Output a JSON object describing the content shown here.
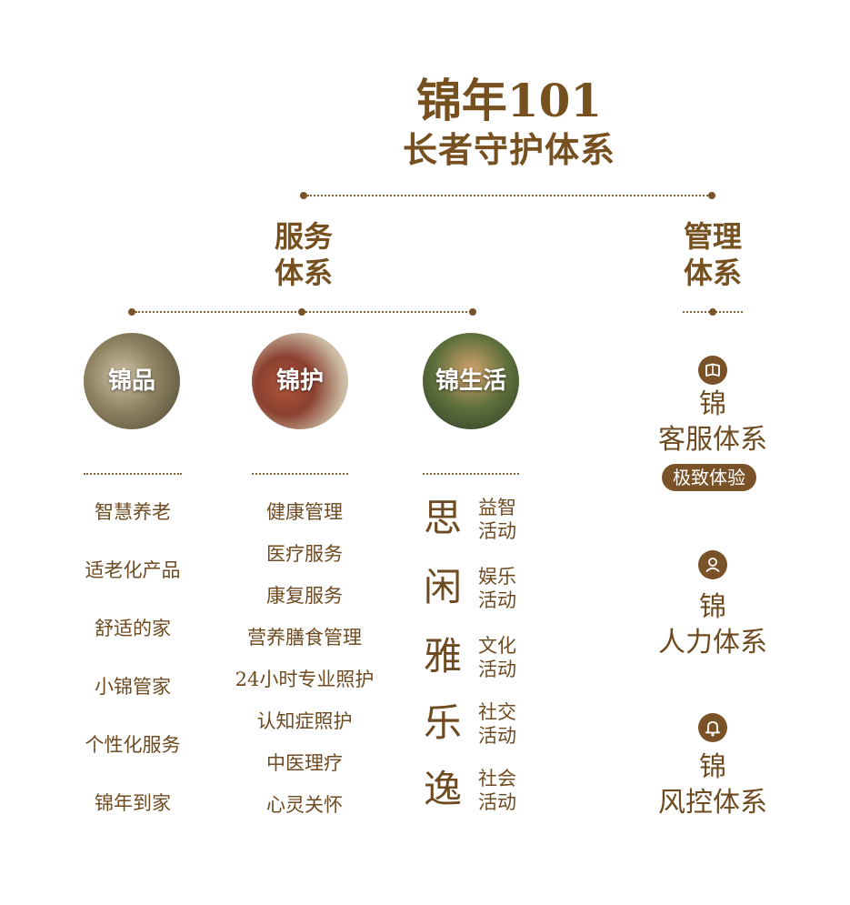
{
  "title": {
    "line1": "锦年101",
    "line2": "长者守护体系"
  },
  "branches": {
    "service": [
      "服务",
      "体系"
    ],
    "management": [
      "管理",
      "体系"
    ]
  },
  "circles": [
    {
      "label": "锦品"
    },
    {
      "label": "锦护"
    },
    {
      "label": "锦生活"
    }
  ],
  "jinpin_items": [
    "智慧养老",
    "适老化产品",
    "舒适的家",
    "小锦管家",
    "个性化服务",
    "锦年到家"
  ],
  "jinhu_items": [
    "健康管理",
    "医疗服务",
    "康复服务",
    "营养膳食管理",
    "24小时专业照护",
    "认知症照护",
    "中医理疗",
    "心灵关怀"
  ],
  "jinshenghuo": [
    {
      "char": "思",
      "activity": [
        "益智",
        "活动"
      ]
    },
    {
      "char": "闲",
      "activity": [
        "娱乐",
        "活动"
      ]
    },
    {
      "char": "雅",
      "activity": [
        "文化",
        "活动"
      ]
    },
    {
      "char": "乐",
      "activity": [
        "社交",
        "活动"
      ]
    },
    {
      "char": "逸",
      "activity": [
        "社会",
        "活动"
      ]
    }
  ],
  "management": [
    {
      "icon": "book-icon",
      "jin": "锦",
      "name": "客服体系",
      "badge": "极致体验"
    },
    {
      "icon": "user-icon",
      "jin": "锦",
      "name": "人力体系"
    },
    {
      "icon": "bell-icon",
      "jin": "锦",
      "name": "风控体系"
    }
  ],
  "colors": {
    "brown": "#7a5227",
    "text": "#6e4a20"
  }
}
